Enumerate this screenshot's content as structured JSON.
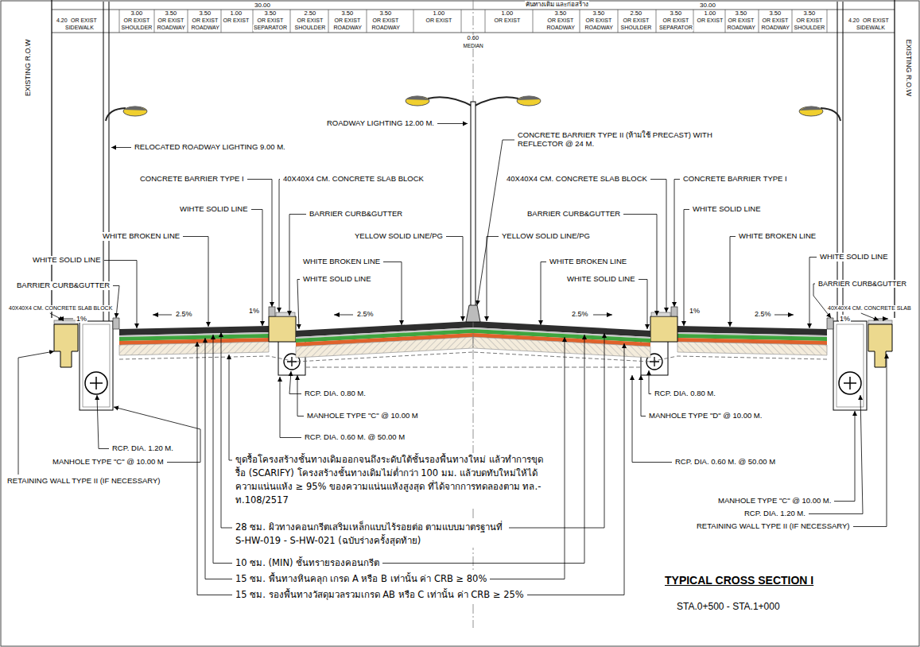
{
  "diagram": {
    "title": "TYPICAL CROSS SECTION I",
    "labels": [
      "30.00",
      "คันทางเดิม และก่อสร้าง",
      "30.00",
      "4.20",
      "OR EXIST",
      "SIDEWALK",
      "3.00",
      "OR EXIST",
      "SHOULDER",
      "3.50",
      "OR EXIST",
      "ROADWAY",
      "3.50",
      "OR EXIST",
      "ROADWAY",
      "1.00",
      "OR EXIST",
      "3.50",
      "OR EXIST",
      "SEPARATOR",
      "2.50",
      "OR EXIST",
      "SHOULDER",
      "3.50",
      "OR EXIST",
      "ROADWAY",
      "3.50",
      "OR EXIST",
      "ROADWAY",
      "1.00",
      "OR EXIST",
      "0.60",
      "MEDIAN",
      "1.00",
      "OR EXIST",
      "3.50",
      "OR EXIST",
      "ROADWAY",
      "3.50",
      "OR EXIST",
      "ROADWAY",
      "2.50",
      "OR EXIST",
      "SHOULDER",
      "3.50",
      "OR EXIST",
      "SEPARATOR",
      "1.00",
      "OR EXIST",
      "3.50",
      "OR EXIST",
      "ROADWAY",
      "3.50",
      "OR EXIST",
      "ROADWAY",
      "3.50",
      "OR EXIST",
      "SHOULDER",
      "4.20",
      "OR EXIST",
      "SIDEWALK",
      "EXISTING R.O.W",
      "EXISTING R.O.W",
      "RELOCATED ROADWAY LIGHTING 9.00 M.",
      "ROADWAY LIGHTING 12.00 M.",
      "CONCRETE BARRIER TYPE II (ห้ามใช้ PRECAST) WITH REFLECTOR @ 24 M.",
      "CONCRETE BARRIER TYPE I",
      "40X40X4 CM. CONCRETE SLAB BLOCK",
      "40X40X4 CM. CONCRETE SLAB BLOCK",
      "CONCRETE BARRIER TYPE I",
      "WIHTE SOLID LINE",
      "WHITE SOLID LINE",
      "BARRIER CURB&GUTTER",
      "BARRIER CURB&GUTTER",
      "WHITE BROKEN LINE",
      "YELLOW SOLID LINE/PG",
      "YELLOW SOLID LINE/PG",
      "WHITE BROKEN LINE",
      "WHITE SOLID LINE",
      "WHITE BROKEN LINE",
      "WHITE BROKEN LINE",
      "WHITE SOLID LINE",
      "BARRIER CURB&GUTTER",
      "WHITE SOLID LINE",
      "WHITE SOLID LINE",
      "BARRIER CURB&GUTTER",
      "40X40X4 CM. CONCRETE SLAB BLOCK",
      "40X40X4 CM. CONCRETE SLAB",
      "1%",
      "2.5%",
      "1%",
      "2.5%",
      "2.5%",
      "1%",
      "2.5%",
      "1%",
      "RCP. DIA. 0.80 M.",
      "MANHOLE TYPE \"C\" @ 10.00 M",
      "RCP. DIA. 0.60 M. @ 50.00 M",
      "RCP. DIA. 0.80 M.",
      "MANHOLE TYPE \"D\" @ 10.00 M.",
      "RCP. DIA. 0.60 M. @ 50.00 M",
      "RCP. DIA. 1.20 M.",
      "MANHOLE TYPE \"C\" @ 10.00 M",
      "RETAINING WALL TYPE II (IF NECESSARY)",
      "ขุดรื้อโครงสร้างชั้นทางเดิมออกจนถึงระดับใต้ชั้นรองพื้นทางใหม่ แล้วทำการขุดรื้อ (SCARIFY) โครงสร้างชั้นทางเดิมไม่ต่ำกว่า 100 มม. แล้วบดทับใหม่ให้ได้ความแน่นแห้ง ≥ 95% ของความแน่นแห้งสูงสุด ที่ได้จากการทดลองตาม ทล.-ท.108/2517",
      "28 ซม. ผิวทางคอนกรีตเสริมเหล็กแบบไร้รอยต่อ ตามแบบมาตรฐานที่ S-HW-019 - S-HW-021 (ฉบับร่างครั้งสุดท้าย)",
      "10 ซม. (MIN) ชั้นทรายรองคอนกรีต",
      "15 ซม. พื้นทางหินคลุก เกรด A หรือ B เท่านั้น ค่า CRB ≥ 80%",
      "15 ซม. รองพื้นทางวัสดุมวลรวมเกรด AB หรือ C เท่านั้น ค่า CRB ≥ 25%",
      "MANHOLE TYPE \"C\" @ 10.00 M.",
      "RCP. DIA. 1.20 M.",
      "RETAINING WALL TYPE II (IF NECESSARY)",
      "STA.0+500 - STA.1+000"
    ]
  }
}
